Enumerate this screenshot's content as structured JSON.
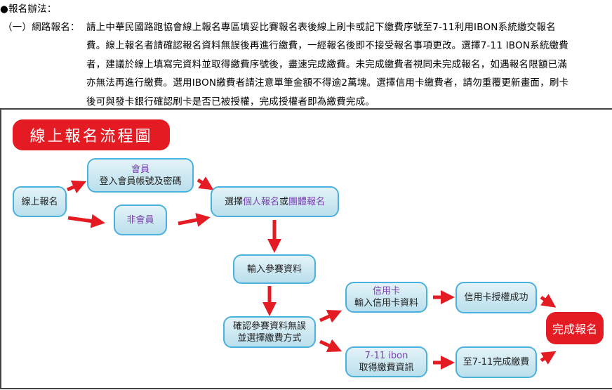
{
  "heading": "●報名辦法：",
  "section_label": "（一）網路報名：",
  "paragraph_lines": [
    "請上中華民國路跑協會線上報名專區填妥比賽報名表後線上刷卡或記下繳費序號至7-11利用IBON系統繳交報名",
    "費。線上報名者請確認報名資料無誤後再進行繳費，一經報名後即不接受報名事項更改。選擇7-11 IBON系統繳費",
    "者，建議於線上填寫完資料並取得繳費序號後，盡速完成繳費。未完成繳費者視同未完成報名，如遇報名限額已滿",
    "亦無法再進行繳費。選用IBON繳費者請注意單筆金額不得逾2萬塊。選擇信用卡繳費者，請勿重覆更新畫面，刷卡",
    "後可與發卡銀行確認刷卡是否已被授權，完成授權者即為繳費完成。"
  ],
  "flow": {
    "title": "線上報名流程圖",
    "start": "線上報名",
    "member_title": "會員",
    "member_text": "登入會員帳號及密碼",
    "non_member": "非會員",
    "choose_prefix": "選擇",
    "choose_individual": "個人報名",
    "choose_or": "或",
    "choose_group": "團體報名",
    "enter_data": "輸入參賽資料",
    "confirm_line1": "確認參賽資料無誤",
    "confirm_line2": "並選擇繳費方式",
    "credit_title": "信用卡",
    "credit_text": "輸入信用卡資料",
    "credit_ok": "信用卡授權成功",
    "ibon_title": "7-11 ibon",
    "ibon_text": "取得繳費資訊",
    "ibon_pay": "至7-11完成繳費",
    "done": "完成報名"
  },
  "colors": {
    "red": "#e41b23",
    "border": "#4ab0dc",
    "purple": "#7a3fb0"
  }
}
